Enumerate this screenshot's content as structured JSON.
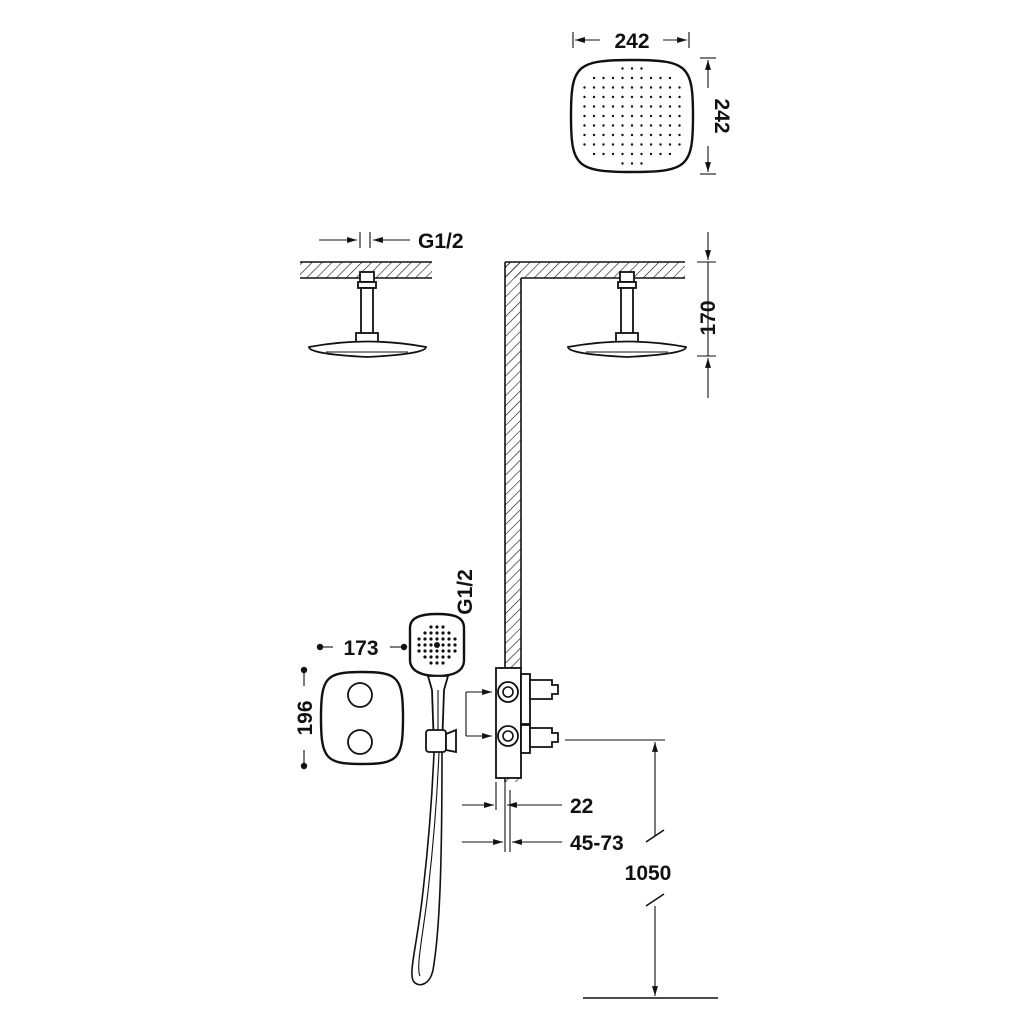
{
  "dimensions": {
    "head_width": "242",
    "head_depth": "242",
    "ceiling_thread": "G1/2",
    "arm_length": "170",
    "wall_thread": "G1/2",
    "plate_width": "173",
    "plate_height": "196",
    "body_depth": "22",
    "embed_range": "45-73",
    "install_height": "1050"
  },
  "colors": {
    "line": "#111111",
    "background": "#ffffff"
  }
}
